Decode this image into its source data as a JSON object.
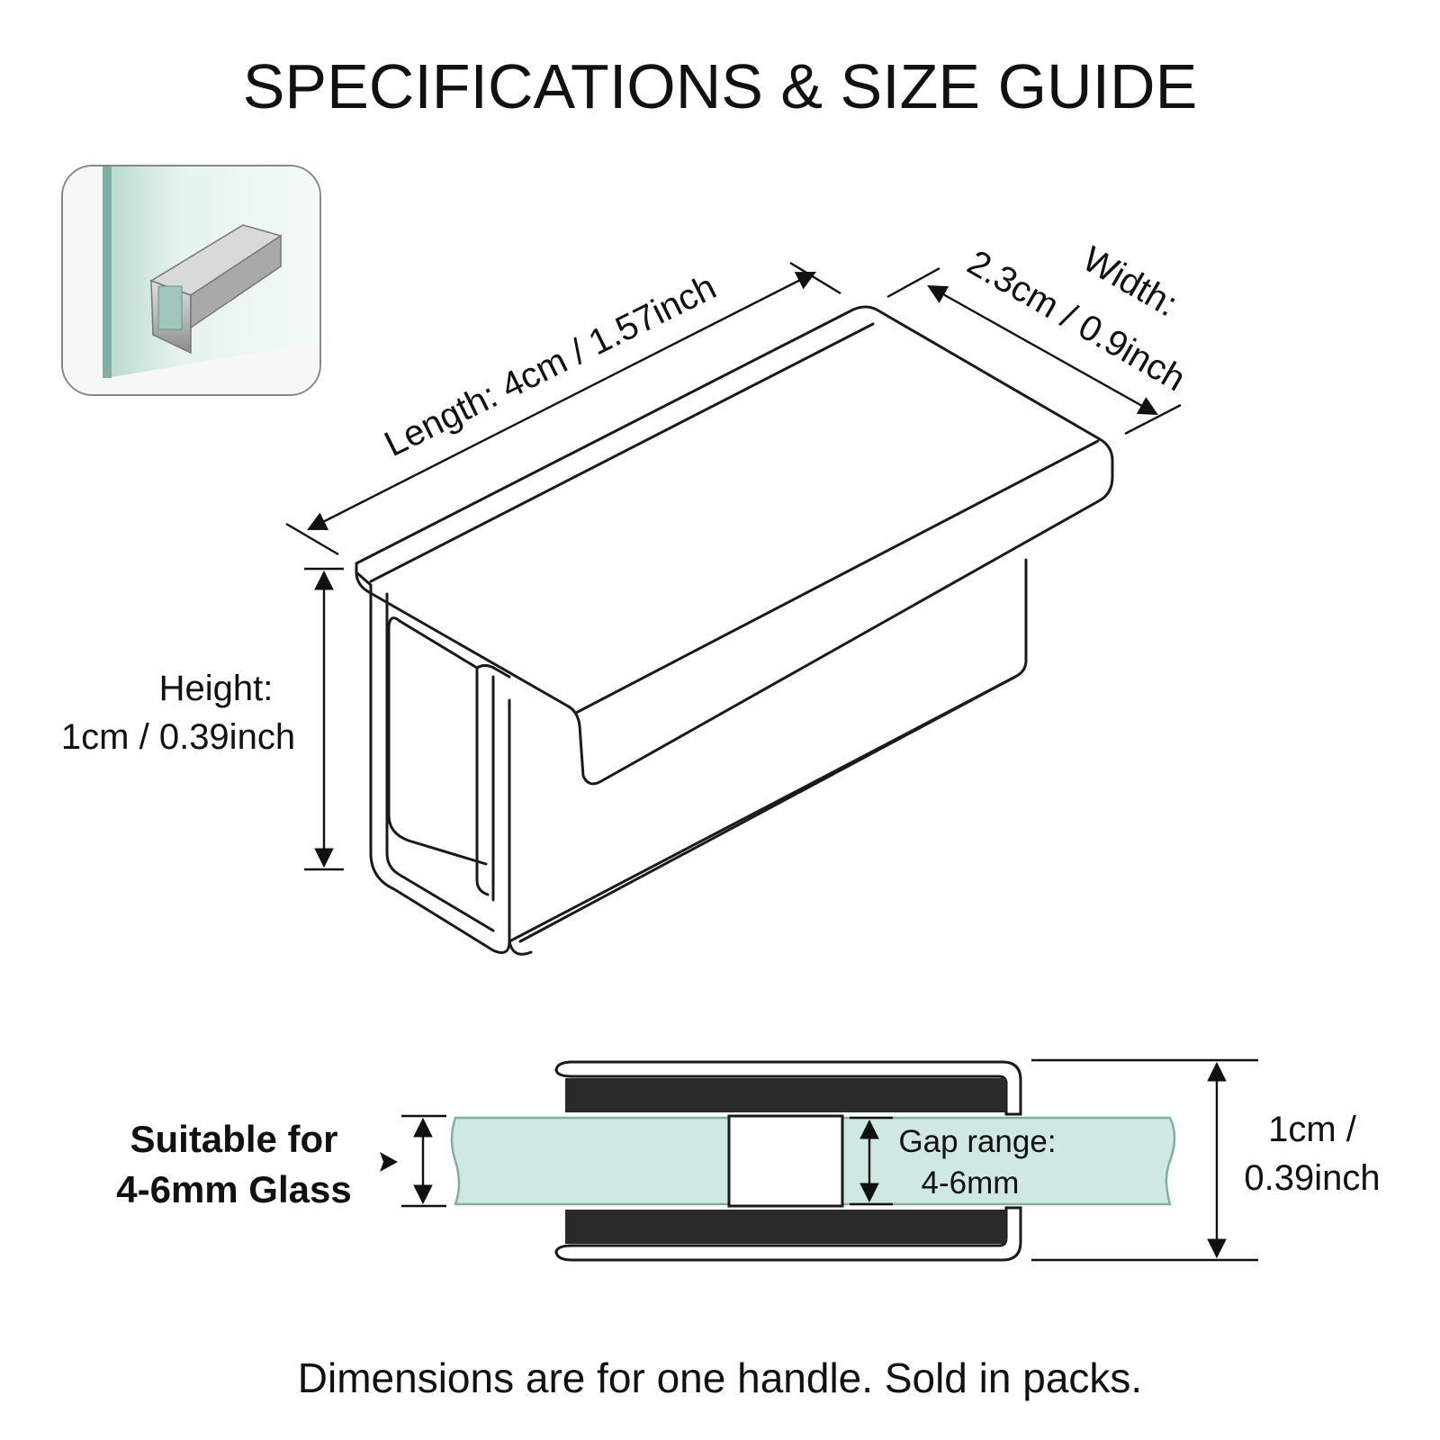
{
  "title": "SPECIFICATIONS & SIZE GUIDE",
  "dimensions": {
    "length": "Length: 4cm / 1.57inch",
    "width_label": "Width:",
    "width_value": "2.3cm / 0.9inch",
    "height_label": "Height:",
    "height_value": "1cm / 0.39inch"
  },
  "cross_section": {
    "suitable_line1": "Suitable for",
    "suitable_line2": "4-6mm Glass",
    "gap_label": "Gap range:",
    "gap_value": "4-6mm",
    "height_line1": "1cm /",
    "height_line2": "0.39inch"
  },
  "footer": "Dimensions are for one handle. Sold in packs.",
  "colors": {
    "glass": "#cfe8e2",
    "glass_edge": "#7fb0a3",
    "pad": "#2a2a2a",
    "outline": "#1a1a1a"
  }
}
